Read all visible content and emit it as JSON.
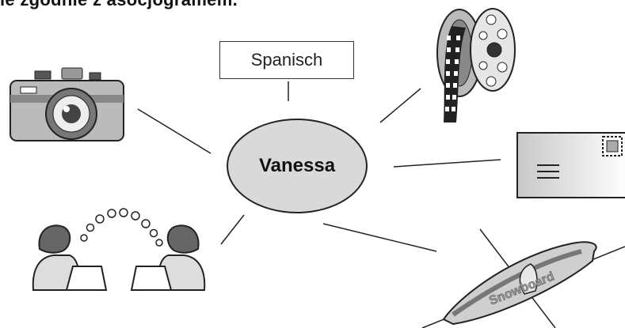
{
  "header": {
    "title": "ie zgodnie z asocjogramem."
  },
  "center": {
    "label": "Vanessa"
  },
  "boxes": {
    "spanisch": "Spanisch"
  },
  "snowboard": {
    "text": "Snowboard"
  },
  "icons": {
    "camera": "camera-icon",
    "film": "film-reel-icon",
    "letter": "envelope-icon",
    "chat": "online-chat-icon",
    "snowboard": "snowboard-icon"
  }
}
